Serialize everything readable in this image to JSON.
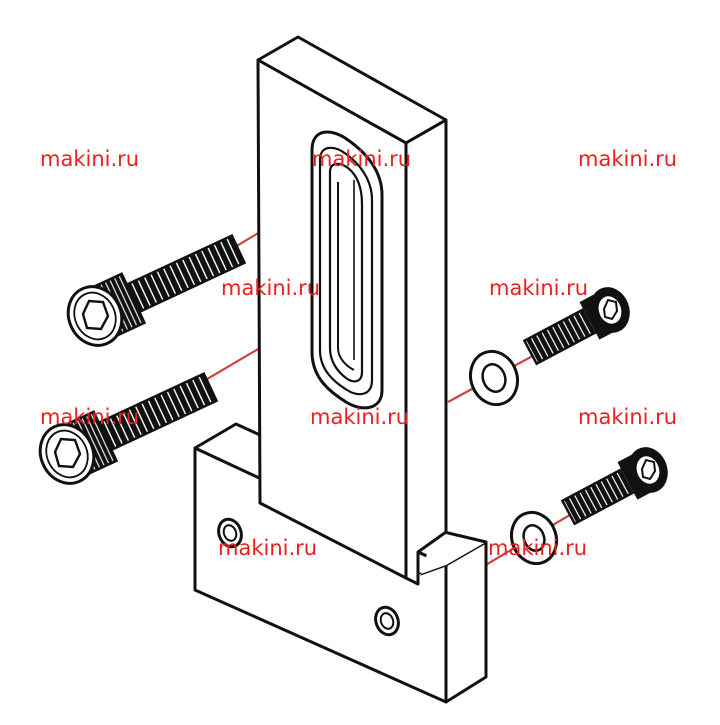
{
  "diagram": {
    "watermark": "makini.ru",
    "colors": {
      "ink": "#111111",
      "paper": "#ffffff",
      "guide_line": "#cc4444",
      "watermark": "#e8201f"
    },
    "parts": [
      {
        "name": "bracket"
      },
      {
        "name": "hex-socket-cap-screw"
      },
      {
        "name": "hex-socket-cap-screw"
      },
      {
        "name": "flat-washer"
      },
      {
        "name": "flat-washer"
      },
      {
        "name": "socket-head-screw"
      },
      {
        "name": "socket-head-screw"
      }
    ]
  }
}
